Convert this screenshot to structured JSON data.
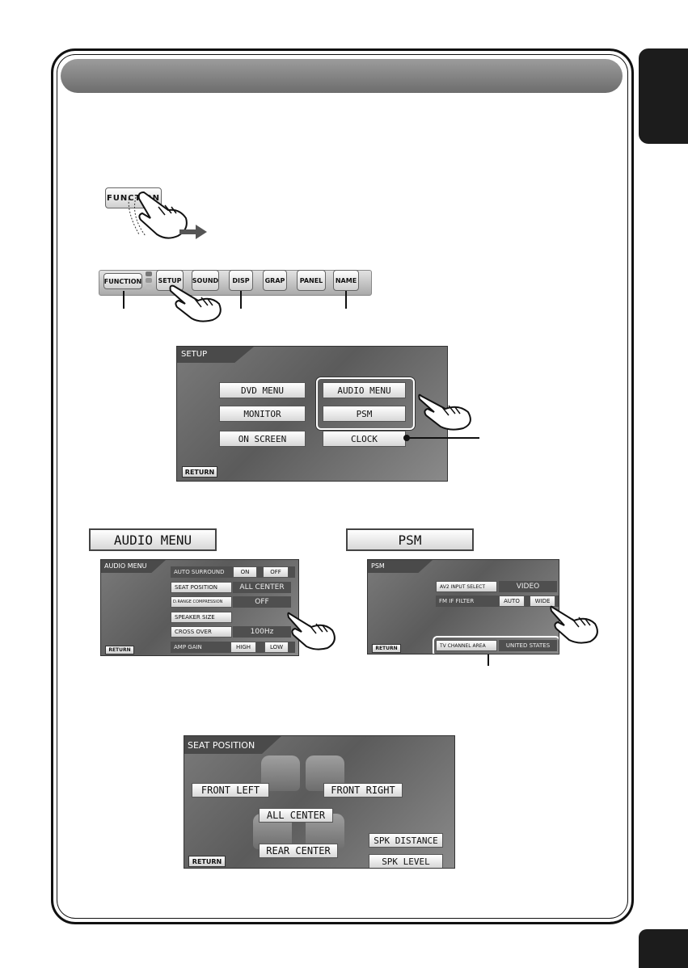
{
  "top_function_button": "FUNCTION",
  "function_bar": {
    "buttons": [
      "FUNCTION",
      "SETUP",
      "SOUND",
      "DISP",
      "GRAP",
      "PANEL",
      "NAME"
    ]
  },
  "setup_screen": {
    "title": "SETUP",
    "buttons": [
      "DVD MENU",
      "AUDIO MENU",
      "MONITOR",
      "PSM",
      "ON SCREEN",
      "CLOCK"
    ],
    "return_label": "RETURN"
  },
  "audio_menu_banner": "AUDIO MENU",
  "psm_banner": "PSM",
  "audio_menu_screen": {
    "title": "AUDIO MENU",
    "auto_surround": {
      "label": "AUTO SURROUND",
      "on": "ON",
      "off": "OFF"
    },
    "seat_position": {
      "label": "SEAT POSITION",
      "value": "ALL CENTER"
    },
    "d_range": {
      "label": "D.RANGE COMPRESSION",
      "value": "OFF"
    },
    "speaker_size": {
      "label": "SPEAKER SIZE"
    },
    "cross_over": {
      "label": "CROSS OVER",
      "value": "100Hz"
    },
    "amp_gain": {
      "label": "AMP GAIN",
      "high": "HIGH",
      "low": "LOW"
    },
    "return_label": "RETURN"
  },
  "psm_screen": {
    "title": "PSM",
    "av2_input": {
      "label": "AV2 INPUT SELECT",
      "value": "VIDEO"
    },
    "fm_if_filter": {
      "label": "FM IF FILTER",
      "auto": "AUTO",
      "wide": "WIDE"
    },
    "tv_channel_area": {
      "label": "TV CHANNEL AREA",
      "value": "UNITED STATES"
    },
    "return_label": "RETURN"
  },
  "seat_position_screen": {
    "title": "SEAT POSITION",
    "front_left": "FRONT LEFT",
    "front_right": "FRONT RIGHT",
    "all_center": "ALL CENTER",
    "rear_center": "REAR CENTER",
    "spk_distance": "SPK DISTANCE",
    "spk_level": "SPK LEVEL",
    "return_label": "RETURN"
  }
}
